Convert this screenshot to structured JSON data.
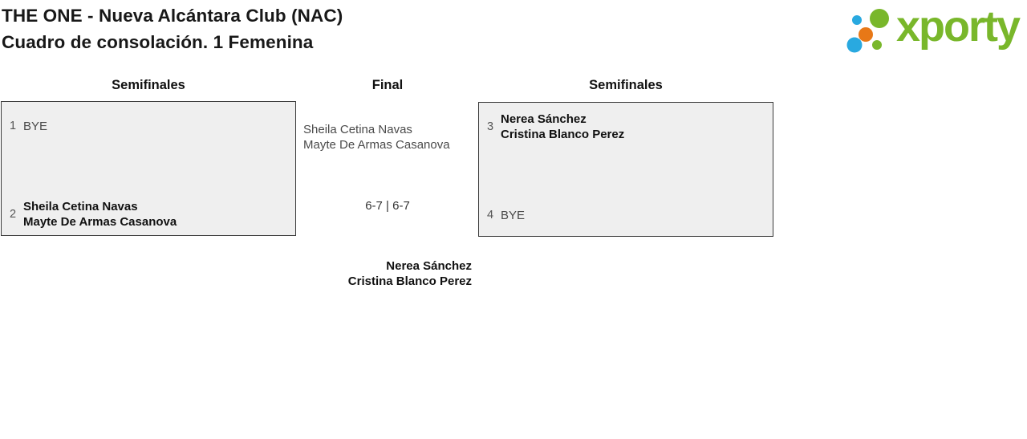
{
  "page": {
    "title_line1": "THE ONE - Nueva Alcántara Club (NAC)",
    "title_line2": "Cuadro de consolación. 1 Femenina"
  },
  "logo": {
    "text": "xporty",
    "green": "#79B72B",
    "blue": "#29A9E0",
    "orange": "#E87817"
  },
  "bracket": {
    "headers": {
      "left": "Semifinales",
      "center": "Final",
      "right": "Semifinales"
    },
    "semi_left": {
      "slots": [
        {
          "seed": "1",
          "line1": "BYE"
        },
        {
          "seed": "2",
          "line1": "Sheila Cetina Navas",
          "line2": "Mayte De Armas Casanova"
        }
      ]
    },
    "final": {
      "finalist_line1": "Sheila Cetina Navas",
      "finalist_line2": "Mayte De Armas Casanova",
      "score": "6-7 | 6-7",
      "winner_line1": "Nerea Sánchez",
      "winner_line2": "Cristina Blanco Perez"
    },
    "semi_right": {
      "slots": [
        {
          "seed": "3",
          "line1": "Nerea Sánchez",
          "line2": "Cristina Blanco Perez"
        },
        {
          "seed": "4",
          "line1": "BYE"
        }
      ]
    }
  },
  "colors": {
    "box_bg": "#EFEFEF",
    "box_border": "#3A3A3A"
  }
}
